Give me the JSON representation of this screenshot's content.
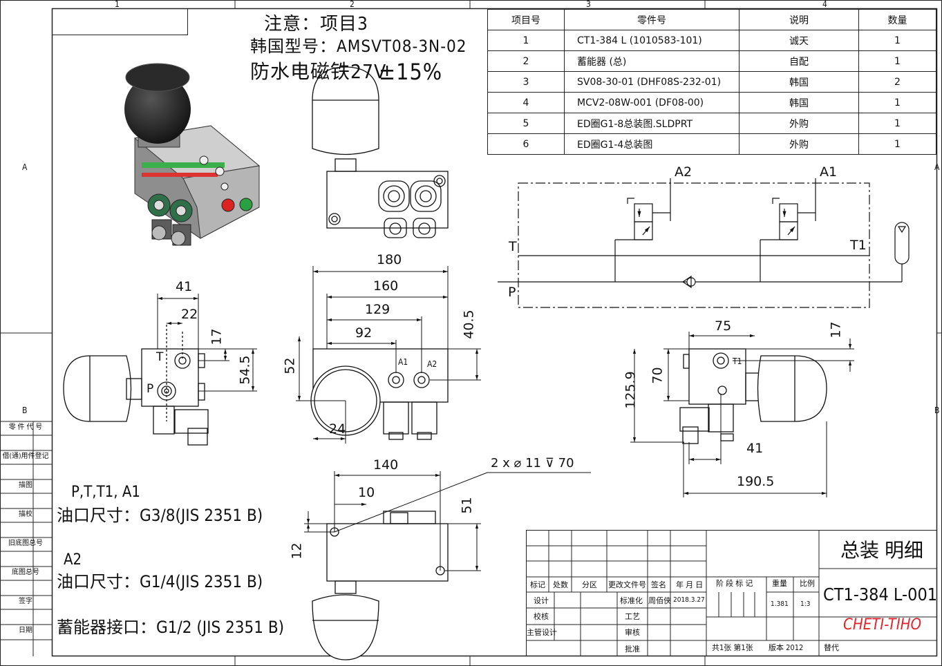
{
  "notes": {
    "line1": "注意：项目3",
    "line2": "韩国型号：AMSVT08-3N-02",
    "line3a": "防水电磁铁27V",
    "line3b": "±15%",
    "ports_a": "P,T,T1, A1",
    "size_a": "油口尺寸：G3/8(JIS 2351 B)",
    "ports_b": "A2",
    "size_b": "油口尺寸：G1/4(JIS 2351 B)",
    "accum": "蓄能器接口：G1/2 (JIS 2351 B)"
  },
  "parts_table": {
    "headers": [
      "项目号",
      "零件号",
      "说明",
      "数量"
    ],
    "rows": [
      [
        "1",
        "CT1-384 L (1010583-101)",
        "诚天",
        "1"
      ],
      [
        "2",
        "蓄能器 (总)",
        "自配",
        "1"
      ],
      [
        "3",
        "SV08-30-01 (DHF08S-232-01)",
        "韩国",
        "2"
      ],
      [
        "4",
        "MCV2-08W-001  (DF08-00)",
        "韩国",
        "1"
      ],
      [
        "5",
        "ED圈G1-8总装图.SLDPRT",
        "外购",
        "1"
      ],
      [
        "6",
        "ED圈G1-4总装图",
        "外购",
        "1"
      ]
    ]
  },
  "schematic": {
    "a2": "A2",
    "a1": "A1",
    "t": "T",
    "t1": "T1",
    "p": "P"
  },
  "dims": {
    "d41": "41",
    "d22": "22",
    "d17": "17",
    "d54_5": "54.5",
    "port_t": "T",
    "port_p": "P",
    "d180": "180",
    "d160": "160",
    "d129": "129",
    "d92": "92",
    "d40_5": "40.5",
    "d52": "52",
    "d24": "24",
    "port_a1": "A1",
    "port_a2": "A2",
    "d75": "75",
    "d17r": "17",
    "d70": "70",
    "d125_9": "125.9",
    "d41r": "41",
    "d190_5": "190.5",
    "port_t1": "T1",
    "d140": "140",
    "d10": "10",
    "d51": "51",
    "d12": "12",
    "hole_callout": "2 x ⌀ 11 ⊽ 70"
  },
  "zones": {
    "top": [
      "1",
      "2",
      "3",
      "4"
    ],
    "left": [
      "A",
      "B"
    ],
    "right": [
      "A",
      "B"
    ]
  },
  "left_strip": [
    "零 件 代 号",
    "借(通)用件登记",
    "描图",
    "描校",
    "旧底图总号",
    "底图总号",
    "签字",
    "日期"
  ],
  "title_block": {
    "title": "总装 明细",
    "drawing_no": "CT1-384 L-001",
    "company": "CHETI-TIHO",
    "row_labels": [
      "标记",
      "处数",
      "分区",
      "更改文件号",
      "签名",
      "年 月 日"
    ],
    "design": "设计",
    "standardize": "标准化",
    "designer": "周佰侠",
    "date": "2018.3.27",
    "check": "校核",
    "process": "工艺",
    "chief": "主管设计",
    "review": "审核",
    "approve": "批准",
    "stage": "阶 段 标 记",
    "weight": "重量",
    "scale": "比例",
    "weight_val": "1.381",
    "scale_val": "1:3",
    "sheets": "共1张  第1张",
    "version": "版本 2012",
    "replace": "替代"
  }
}
